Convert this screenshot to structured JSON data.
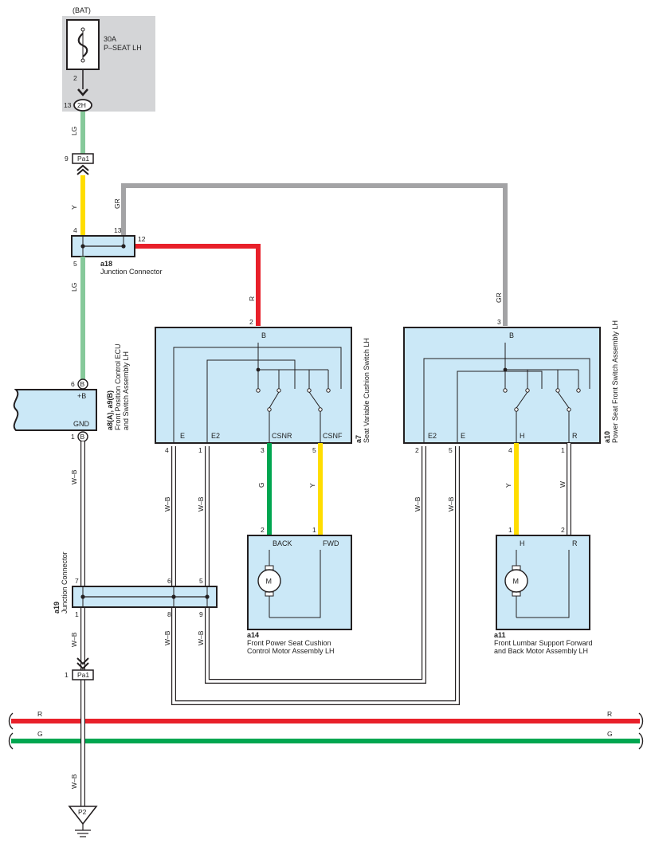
{
  "colors": {
    "LG": "#86c99a",
    "Y": "#ffdd00",
    "R": "#e8202a",
    "GR": "#a3a3a5",
    "G": "#00a650",
    "W": "#ffffff",
    "box_fill": "#cbe8f7",
    "fuse_area": "#d4d5d7",
    "line": "#231f20"
  },
  "fuse": {
    "bat": "(BAT)",
    "amp": "30A",
    "name": "P–SEAT LH",
    "pin": "2"
  },
  "conn_2h": {
    "pin": "13",
    "label": "2H"
  },
  "conn_pa1_top": {
    "pin": "9",
    "label": "Pa1"
  },
  "conn_pa1_bottom": {
    "pin": "1",
    "label": "Pa1"
  },
  "a18": {
    "id": "a18",
    "name": "Junction Connector",
    "pins": {
      "in": "4",
      "gr": "13",
      "r": "12",
      "out": "5"
    }
  },
  "ecu": {
    "id": "a8(A), a9(B)",
    "name_line1": "Front Position Control ECU",
    "name_line2": "and Switch Assembly LH",
    "plus_b": "+B",
    "gnd": "GND",
    "pin_top": "6",
    "pin_bottom": "1",
    "conn_letter": "B"
  },
  "a7": {
    "id": "a7",
    "name": "Seat Variable Cushion Switch LH",
    "terminals": {
      "b": "B",
      "e": "E",
      "e2": "E2",
      "csnr": "CSNR",
      "csnf": "CSNF"
    },
    "pins": {
      "b": "2",
      "e": "4",
      "e2": "1",
      "csnr": "3",
      "csnf": "5"
    }
  },
  "a10": {
    "id": "a10",
    "name": "Power Seat Front Switch Assembly LH",
    "terminals": {
      "b": "B",
      "e2": "E2",
      "e": "E",
      "h": "H",
      "r": "R"
    },
    "pins": {
      "b": "3",
      "e2": "2",
      "e": "5",
      "h": "4",
      "r": "1"
    }
  },
  "a14": {
    "id": "a14",
    "name_line1": "Front Power Seat Cushion",
    "name_line2": "Control Motor Assembly LH",
    "terminals": {
      "back": "BACK",
      "fwd": "FWD"
    },
    "pins": {
      "back": "2",
      "fwd": "1"
    },
    "motor": "M"
  },
  "a11": {
    "id": "a11",
    "name_line1": "Front Lumbar Support Forward",
    "name_line2": "and Back Motor Assembly LH",
    "terminals": {
      "h": "H",
      "r": "R"
    },
    "pins": {
      "h": "1",
      "r": "2"
    },
    "motor": "M"
  },
  "a19": {
    "id": "a19",
    "name": "Junction Connector",
    "pins": {
      "left_top": "7",
      "left_bottom": "1",
      "mid_top": "6",
      "mid_bottom": "8",
      "right_top": "5",
      "right_bottom": "9"
    }
  },
  "wire_labels": {
    "lg_top": "LG",
    "y_top": "Y",
    "gr_left": "GR",
    "gr_right": "GR",
    "lg_mid": "LG",
    "r_mid": "R",
    "wb_ecu": "W–B",
    "wb_a19_bottom": "W–B",
    "wb_ground": "W–B",
    "wb_e_a7": "W–B",
    "wb_e2_a7": "W–B",
    "wb_e_a7_low": "W–B",
    "wb_e2_a7_low": "W–B",
    "g_csnr": "G",
    "y_csnf": "Y",
    "wb_e2_a10": "W–B",
    "wb_e_a10": "W–B",
    "y_h": "Y",
    "w_r": "W",
    "bus_r_left": "R",
    "bus_r_right": "R",
    "bus_g_left": "G",
    "bus_g_right": "G"
  },
  "ground": {
    "label": "P2"
  }
}
